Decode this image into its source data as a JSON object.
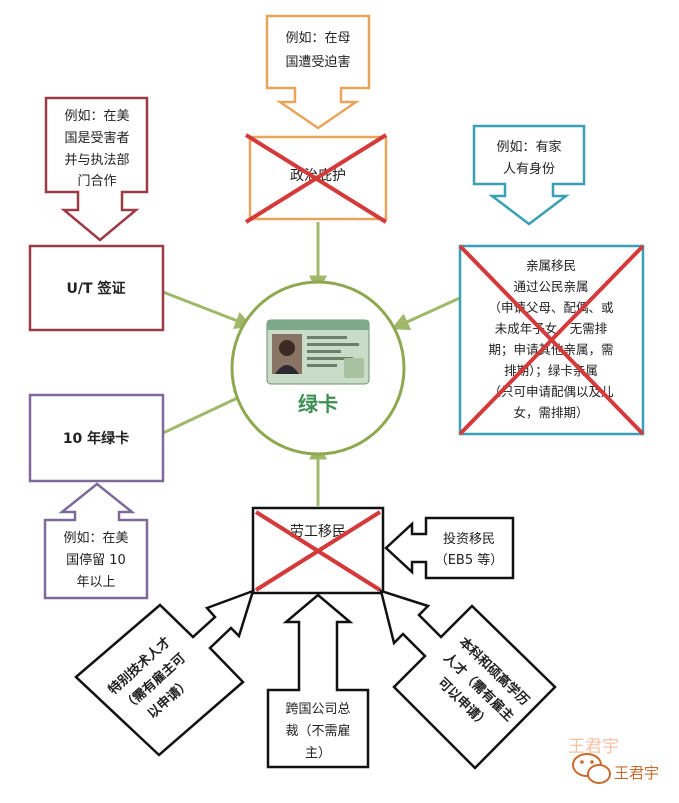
{
  "center": {
    "label": "绿卡"
  },
  "colors": {
    "center": "#8fa84f",
    "center_text": "#3d8f54",
    "arrow": "#9fb86a",
    "political": "#e9a45c",
    "ut": "#9c3b45",
    "ten_year": "#7d6a9a",
    "family": "#3aa0b5",
    "labor": "#111111",
    "cross": "#d43a3a",
    "brand": "#c96b2e",
    "brand_text": "#f2b48c"
  },
  "political": {
    "callout": [
      "例如：在母",
      "国遭受迫害"
    ],
    "box": "政治庇护"
  },
  "ut": {
    "callout": [
      "例如：在美",
      "国是受害者",
      "并与执法部",
      "门合作"
    ],
    "box": "U/T 签证"
  },
  "ten_year": {
    "box": "10 年绿卡",
    "callout": [
      "例如：在美",
      "国停留 10",
      "年以上"
    ]
  },
  "family": {
    "callout": [
      "例如：有家",
      "人有身份"
    ],
    "box": [
      "亲属移民",
      "通过公民亲属",
      "（申请父母、配偶、或",
      "未成年子女，无需排",
      "期；申请其他亲属，需",
      "排期）；绿卡亲属",
      "（只可申请配偶以及儿",
      "女，需排期）"
    ]
  },
  "labor": {
    "box": "劳工移民",
    "investment": [
      "投资移民",
      "（EB5 等）"
    ],
    "skilled": [
      "特别技术人才",
      "（需有雇主可",
      "以申请）"
    ],
    "executive": [
      "跨国公司总",
      "裁（不需雇",
      "主）"
    ],
    "degree": [
      "本科和硕高学历",
      "人才（需有雇主",
      "可以申请）"
    ]
  },
  "watermark": {
    "faint": "王君宇",
    "name": "王君宇"
  }
}
